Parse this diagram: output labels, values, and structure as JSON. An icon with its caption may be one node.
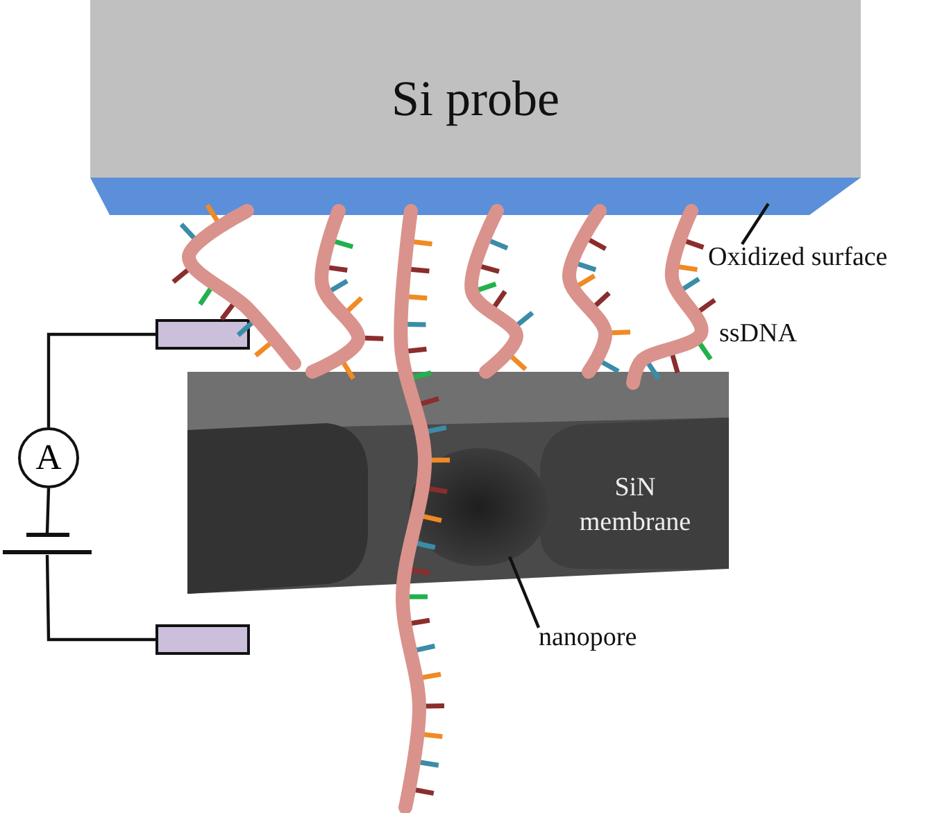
{
  "diagram": {
    "nodes": [
      {
        "text": [
          "Si probe"
        ]
      },
      {
        "text": [],
        "shape": "bar"
      },
      {
        "text": [
          "Oxidized surface"
        ]
      },
      {
        "text": [
          "SiN membrane"
        ]
      },
      {
        "text": [],
        "shape": "circle",
        "in": 3
      },
      {
        "text": [
          "nanopore"
        ]
      },
      {
        "text": [
          "A"
        ]
      },
      {
        "text": [],
        "shape": "box"
      },
      {
        "text": [],
        "shape": "battery"
      },
      {
        "text": [],
        "shape": "box"
      }
    ],
    "edges": [
      {
        "from": 2,
        "to": 1,
        "arrow": "none"
      },
      {
        "from": 5,
        "to": 4,
        "arrow": "none"
      },
      {
        "from": 7,
        "to": 6,
        "arrow": "none"
      },
      {
        "from": 6,
        "to": 8,
        "arrow": "none"
      },
      {
        "from": 8,
        "to": 9,
        "arrow": "none"
      }
    ],
    "labels": [
      "ssDNA"
    ]
  }
}
